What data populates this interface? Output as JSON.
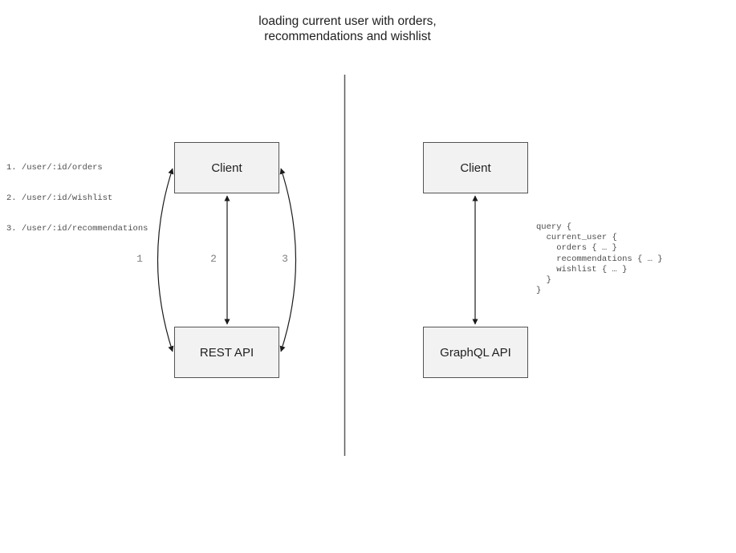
{
  "title": "loading current user with orders,\nrecommendations and wishlist",
  "colors": {
    "box_fill": "#f2f2f2",
    "box_border": "#545454",
    "arrow": "#1a1a1a",
    "mono_text": "#4d4d4d",
    "arrow_label_gray": "#808080"
  },
  "rest_panel": {
    "endpoints": [
      "1. /user/:id/orders",
      "2. /user/:id/wishlist",
      "3. /user/:id/recommendations"
    ],
    "client_label": "Client",
    "api_label": "REST API",
    "arrow_labels": [
      "1",
      "2",
      "3"
    ]
  },
  "graphql_panel": {
    "client_label": "Client",
    "api_label": "GraphQL API",
    "query": "query {\n  current_user {\n    orders { … }\n    recommendations { … }\n    wishlist { … }\n  }\n}"
  }
}
